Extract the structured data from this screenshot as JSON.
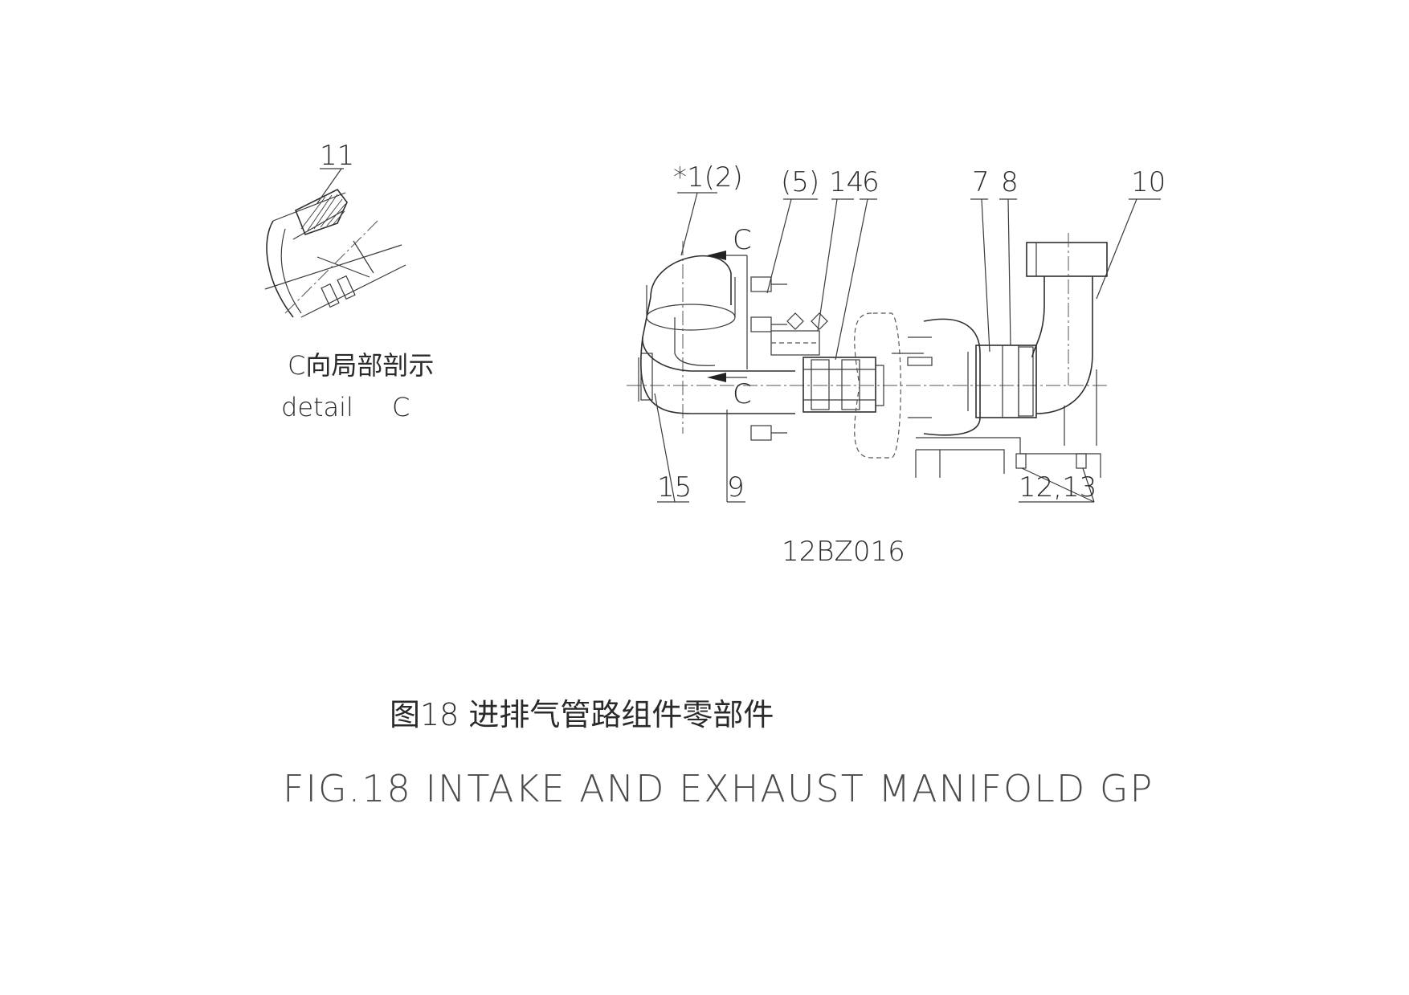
{
  "detail_view": {
    "callout": "11",
    "caption_cn": "C向局部剖示",
    "caption_en": "detail",
    "caption_letter": "C"
  },
  "main_view": {
    "callouts": {
      "c1": "*1(2)",
      "c5": "(5)",
      "c14": "14",
      "c6": "6",
      "c7": "7",
      "c8": "8",
      "c10": "10",
      "c15": "15",
      "c9": "9",
      "c12_13": "12,13"
    },
    "section_mark_top": "C",
    "section_mark_bottom": "C",
    "drawing_code": "12BZ016"
  },
  "figure_caption": {
    "chinese": "图18 进排气管路组件零部件",
    "english": "FIG.18 INTAKE AND EXHAUST MANIFOLD GP"
  }
}
